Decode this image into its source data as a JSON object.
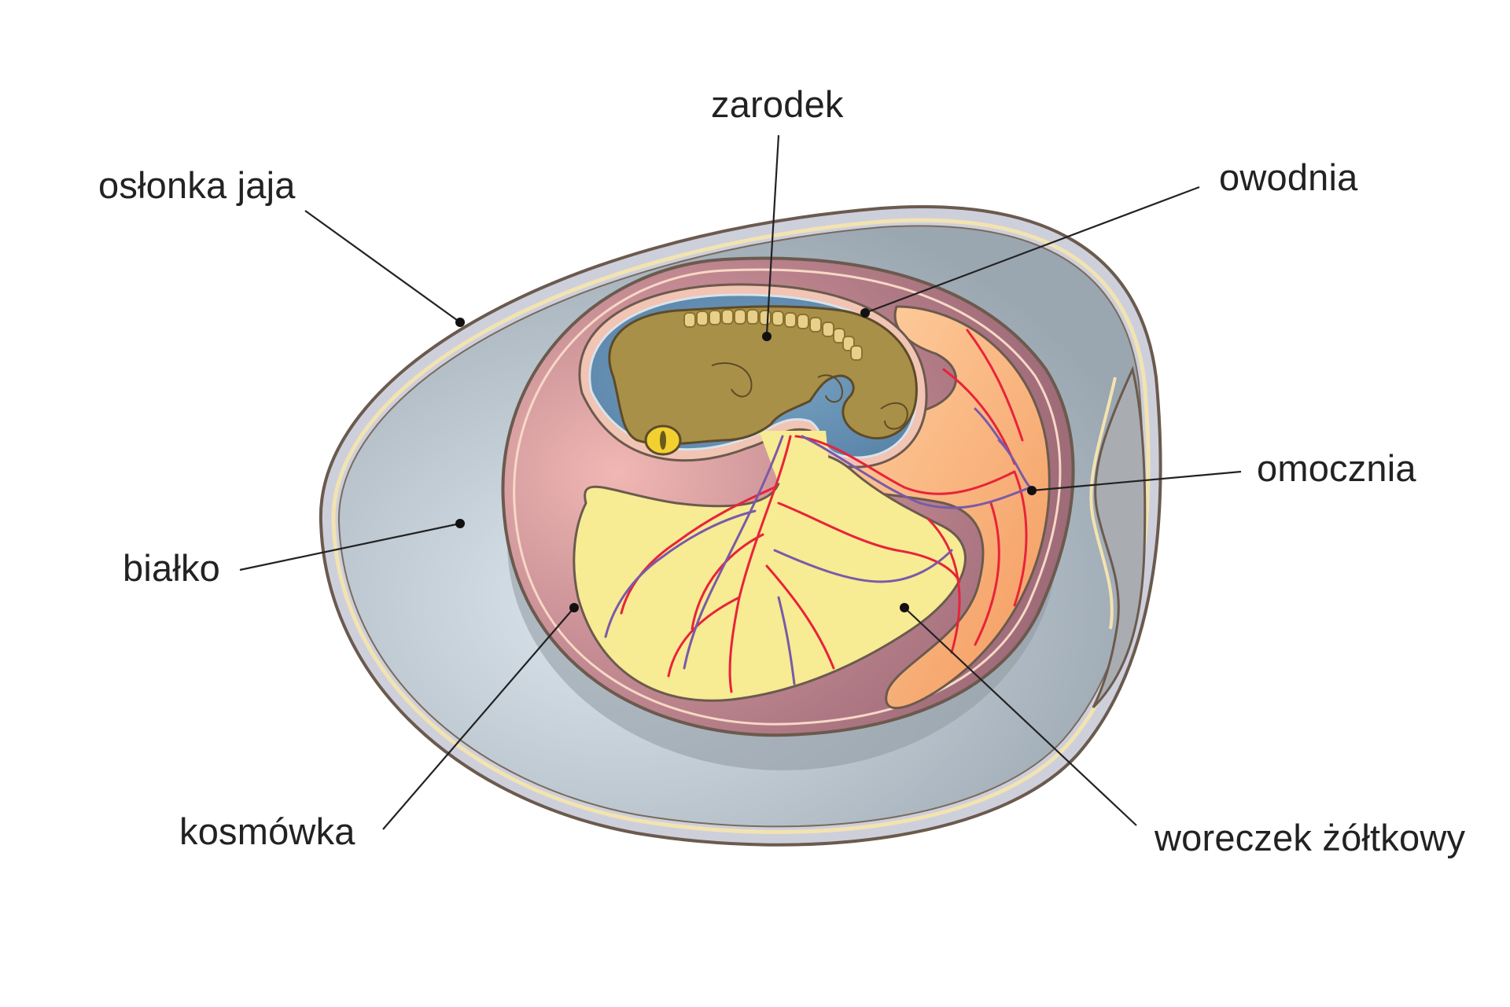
{
  "labels": {
    "zarodek": "zarodek",
    "oslonka": "osłonka jaja",
    "owodnia": "owodnia",
    "omocznia": "omocznia",
    "bialko": "białko",
    "kosmowka": "kosmówka",
    "woreczek": "woreczek żółtkowy"
  },
  "colors": {
    "shell": "#c9ccd6",
    "shell_outline": "#6b5a4e",
    "albumen": "#b4bfc8",
    "chorion": "#b07a86",
    "amnion_fluid": "#6a93b5",
    "embryo": "#a89048",
    "yolk": "#f7eb93",
    "allantois": "#f6a96e",
    "artery": "#e8233a",
    "vein": "#7a5aa8"
  }
}
